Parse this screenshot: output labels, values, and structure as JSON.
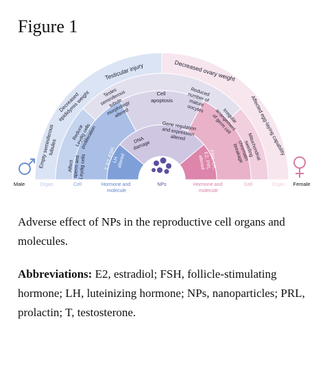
{
  "figure": {
    "title": "Figure 1"
  },
  "diagram": {
    "colors": {
      "male_outer": "#dbe4f4",
      "male_organ": "#c4d3ee",
      "male_cell": "#a9bfe6",
      "male_hormone": "#7f9fd8",
      "female_outer": "#f7e6ee",
      "female_organ": "#f1cfde",
      "female_cell": "#e9b2c9",
      "female_hormone": "#dd85ab",
      "center_outer": "#e3e0ee",
      "center_mid": "#d9d3e8",
      "center_inner": "#cfc6e2",
      "np_dot": "#5a4fa0",
      "male_symbol": "#6b8fd0",
      "female_symbol": "#d67ca4"
    },
    "outer": {
      "testicular_injury": "Testicular injury",
      "decreased_ovary_weight": "Decreased ovary weight"
    },
    "male": {
      "empty_tubules": [
        "Empty seminiferous",
        "tubules"
      ],
      "epididymis": [
        "Decreased",
        "epididymis weight"
      ],
      "leydig": [
        "Reduce",
        "Leydig cells",
        "proliferation"
      ],
      "seminiferous": [
        "Testes",
        "seminiferous",
        "tubule",
        "morphology",
        "altered"
      ],
      "sperm": [
        "Affect",
        "sperm and",
        "Leydig cells"
      ],
      "hormones": [
        "T, E2, FSH,",
        "LH",
        "altered"
      ]
    },
    "center": {
      "apoptosis": [
        "Cell",
        "apoptosis"
      ],
      "dna": [
        "DNA",
        "damage"
      ],
      "gene": [
        "Gene regulation",
        "and expression",
        "altered"
      ]
    },
    "female": {
      "oocytes": [
        "Reduced",
        "number of",
        "mature",
        "oocytes"
      ],
      "germ_cell": [
        "Irregular",
        "arrangement",
        "of germ cell"
      ],
      "mito": [
        "Mitochondrial",
        "swelling",
        "chromatin",
        "breakage"
      ],
      "egg_laying": "Affected egg-laying capability",
      "hormones": [
        "FSH, LH,",
        "E2, PRL",
        "altered"
      ]
    },
    "bottom_labels": {
      "male": "Male",
      "organ_left": "Organ",
      "cell_left": "Cell",
      "hormone_left": [
        "Hormone and",
        "molecule"
      ],
      "nps": "NPs",
      "hormone_right": [
        "Hormone and",
        "molecule"
      ],
      "cell_right": "Cell",
      "organ_right": "Organ",
      "female": "Female"
    }
  },
  "caption": "Adverse effect of NPs in the reproductive cell organs and molecules.",
  "abbreviations": {
    "label": "Abbreviations:",
    "text": " E2, estradiol; FSH, follicle-stimulating hormone; LH, luteinizing hormone; NPs, nanoparticles; PRL, prolactin; T, testosterone."
  }
}
